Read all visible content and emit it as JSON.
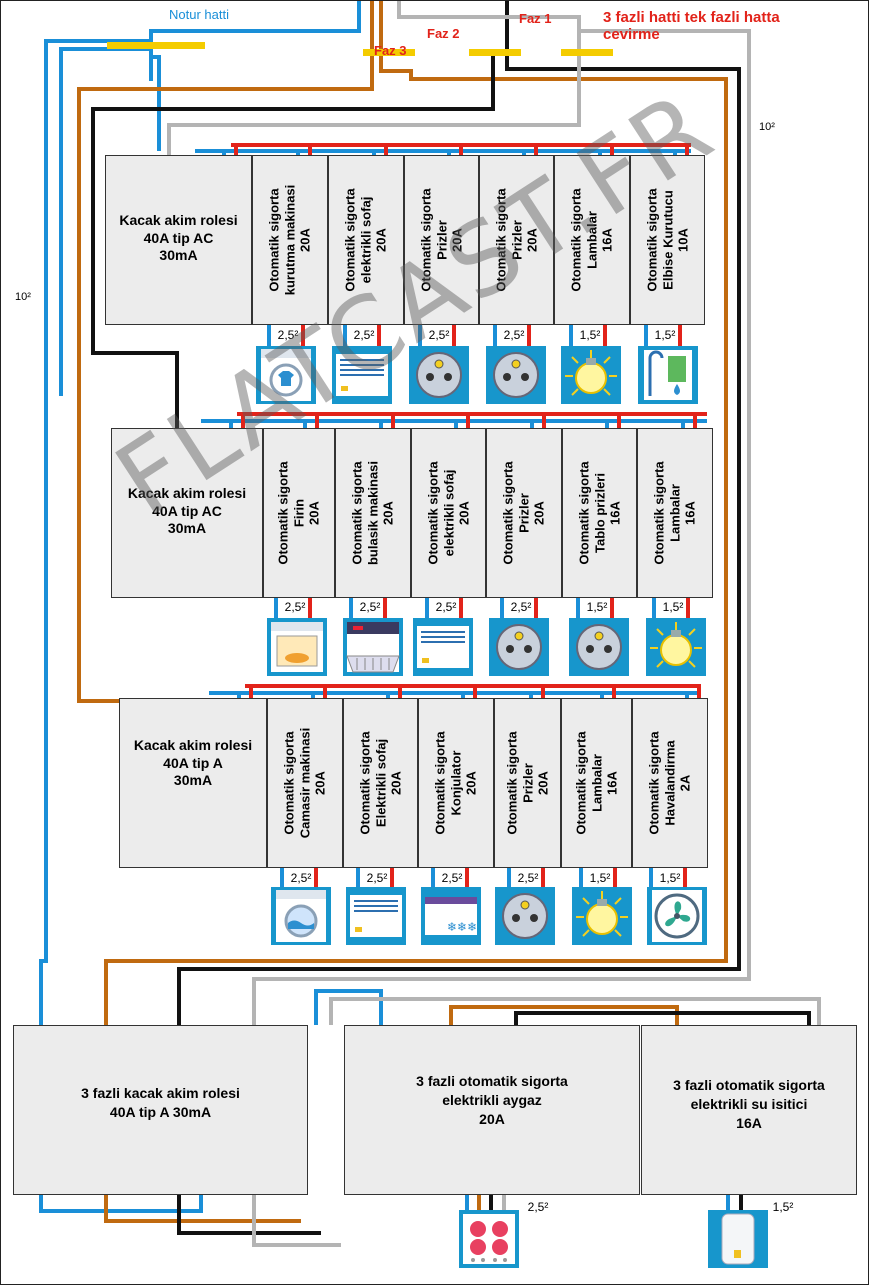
{
  "annotations": {
    "neutral": "Notur hatti",
    "phase1": "Faz 1",
    "phase2": "Faz 2",
    "phase3": "Faz 3",
    "note_line1": "3 fazli hatti tek fazli hatta",
    "note_line2": "cevirme",
    "cable_right": "10²",
    "cable_left": "10²"
  },
  "watermark": "FLATCAST.FR",
  "rows": [
    {
      "rcd": "Kacak akim rolesi\n40A tip AC\n30mA",
      "breakers": [
        {
          "label": "Otomatik sigorta\nkurutma makinasi\n20A",
          "gauge": "2,5²",
          "appliance": "dryer-icon"
        },
        {
          "label": "Otomatik sigorta\nelektrikli sofaj\n20A",
          "gauge": "2,5²",
          "appliance": "heater-icon"
        },
        {
          "label": "Otomatik sigorta\nPrizler\n20A",
          "gauge": "2,5²",
          "appliance": "socket-icon"
        },
        {
          "label": "Otomatik sigorta\nPrizler\n20A",
          "gauge": "2,5²",
          "appliance": "socket-icon"
        },
        {
          "label": "Otomatik sigorta\nLambalar\n16A",
          "gauge": "1,5²",
          "appliance": "lamp-icon"
        },
        {
          "label": "Otomatik sigorta\nElbise Kurutucu\n10A",
          "gauge": "1,5²",
          "appliance": "towel-dryer-icon"
        }
      ]
    },
    {
      "rcd": "Kacak akim rolesi\n40A tip AC\n30mA",
      "breakers": [
        {
          "label": "Otomatik sigorta\nFirin\n20A",
          "gauge": "2,5²",
          "appliance": "oven-icon"
        },
        {
          "label": "Otomatik sigorta\nbulasik makinasi\n20A",
          "gauge": "2,5²",
          "appliance": "dishwasher-icon"
        },
        {
          "label": "Otomatik sigorta\nelektrikli sofaj\n20A",
          "gauge": "2,5²",
          "appliance": "heater-icon"
        },
        {
          "label": "Otomatik sigorta\nPrizler\n20A",
          "gauge": "2,5²",
          "appliance": "socket-icon"
        },
        {
          "label": "Otomatik sigorta\nTablo prizleri\n16A",
          "gauge": "1,5²",
          "appliance": "socket-icon"
        },
        {
          "label": "Otomatik sigorta\nLambalar\n16A",
          "gauge": "1,5²",
          "appliance": "lamp-icon"
        }
      ]
    },
    {
      "rcd": "Kacak akim rolesi\n40A tip A\n30mA",
      "breakers": [
        {
          "label": "Otomatik sigorta\nCamasir makinasi\n20A",
          "gauge": "2,5²",
          "appliance": "washer-icon"
        },
        {
          "label": "Otomatik sigorta\nElektrikli sofaj\n20A",
          "gauge": "2,5²",
          "appliance": "heater-icon"
        },
        {
          "label": "Otomatik sigorta\nKonjulator\n20A",
          "gauge": "2,5²",
          "appliance": "freezer-icon"
        },
        {
          "label": "Otomatik sigorta\nPrizler\n20A",
          "gauge": "2,5²",
          "appliance": "socket-icon"
        },
        {
          "label": "Otomatik sigorta\nLambalar\n16A",
          "gauge": "1,5²",
          "appliance": "lamp-icon"
        },
        {
          "label": "Otomatik sigorta\nHavalandirma\n2A",
          "gauge": "1,5²",
          "appliance": "fan-icon"
        }
      ]
    }
  ],
  "three_phase": {
    "rcd": "3 fazli kacak akim rolesi\n40A tip A 30mA",
    "cooker": "3 fazli otomatik sigorta\nelektrikli aygaz\n20A",
    "cooker_gauge": "2,5²",
    "cooker_appliance": "cooktop-icon",
    "water_heater": "3 fazli otomatik sigorta\nelektrikli su isitici\n16A",
    "water_heater_gauge": "1,5²",
    "water_heater_appliance": "water-heater-icon"
  },
  "colors": {
    "phase": "#e2231a",
    "neutral": "#1a8fd8",
    "brown": "#c06a10",
    "black": "#111111",
    "grey": "#b4b4b4",
    "busbar": "#f4cc00",
    "appliance_bg": "#1796cc"
  }
}
